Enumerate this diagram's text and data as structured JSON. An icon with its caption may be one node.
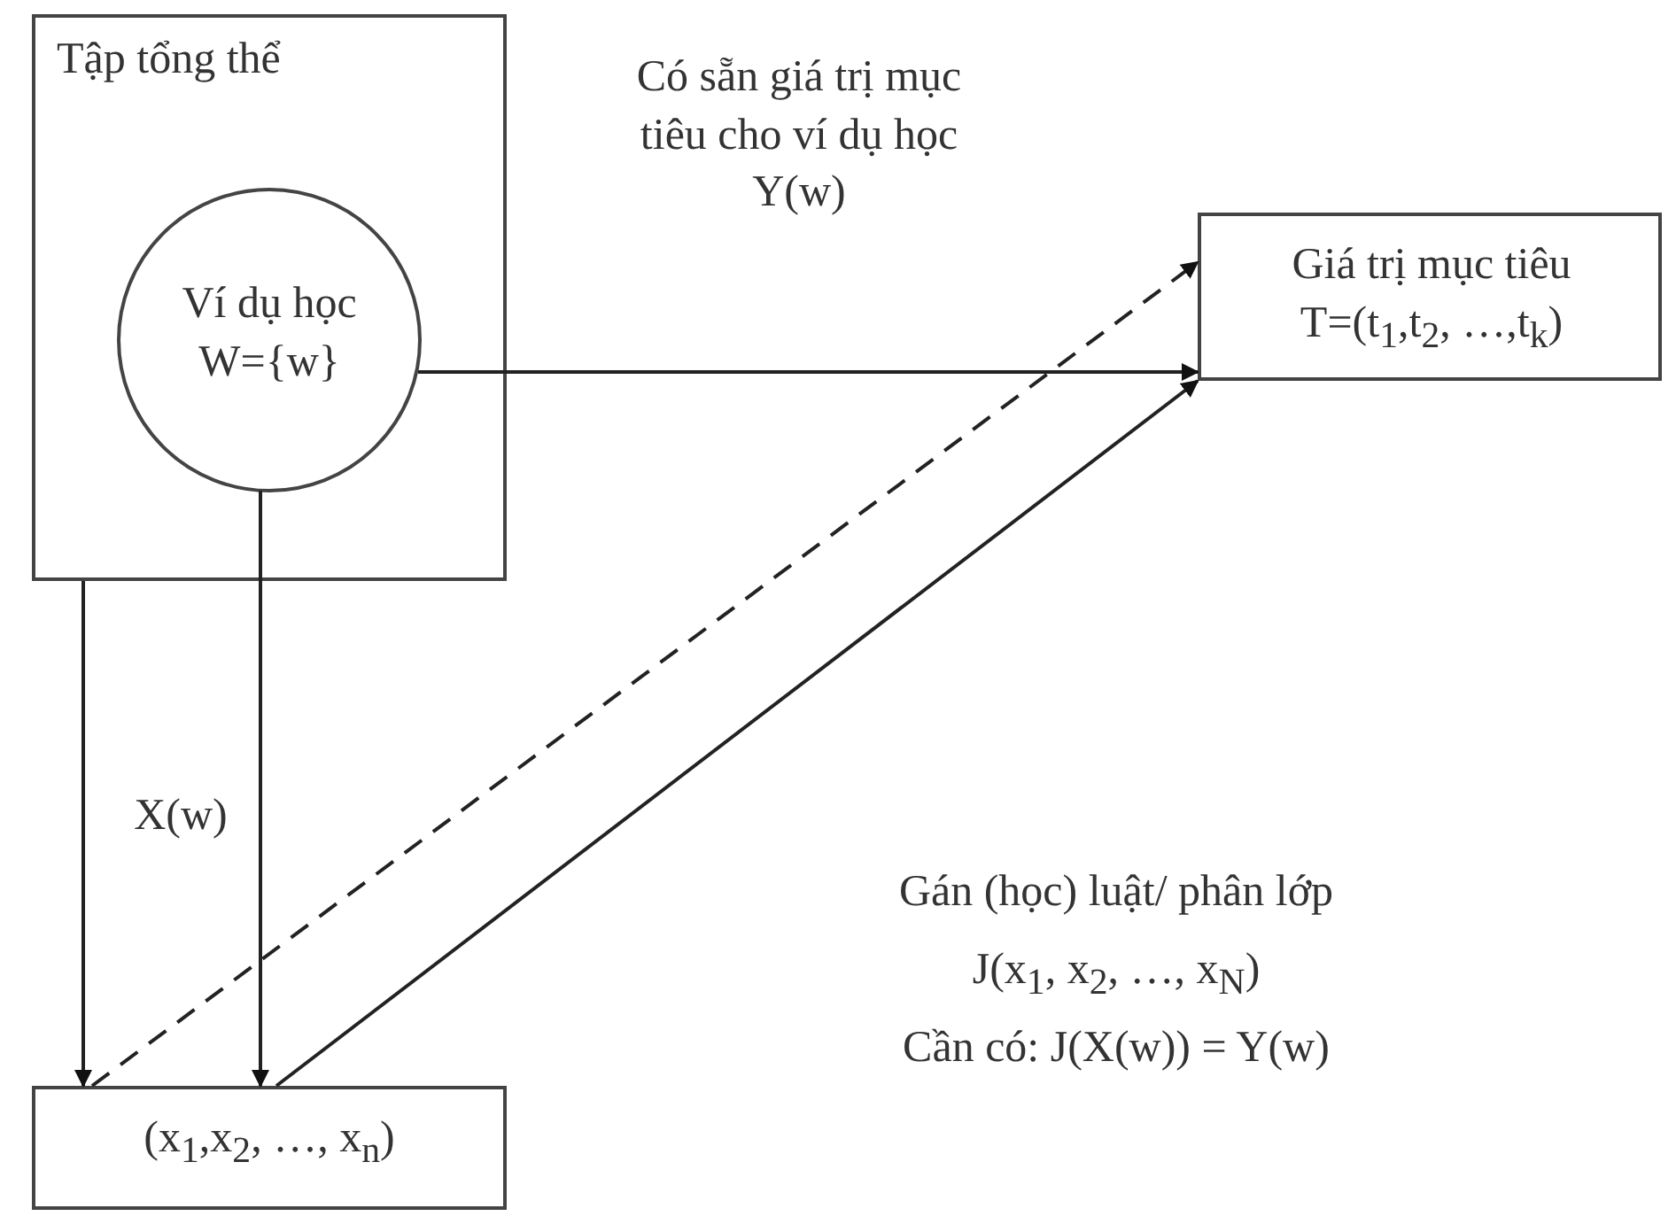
{
  "diagram": {
    "nodes": [
      {
        "text": [
          "Tập tổng thể"
        ]
      },
      {
        "text": [
          "Ví dụ học W={w}"
        ],
        "in": 0
      },
      {
        "text": [
          "Giá trị mục tiêu T=(t$_{1}$,t$_{2}$, …,t$_{k}$)"
        ]
      },
      {
        "text": [
          "(x$_{1}$,x$_{2}$, …, x$_{n}$)"
        ]
      }
    ],
    "edges": [
      {
        "from": 1,
        "to": 2,
        "arrow": "to",
        "label": "Có sẵn giá trị mục tiêu cho ví dụ học Y(w)"
      },
      {
        "from": 0,
        "to": 3,
        "arrow": "to"
      },
      {
        "from": 1,
        "to": 3,
        "arrow": "to",
        "label": "X(w)"
      },
      {
        "from": 3,
        "to": 2,
        "arrow": "to",
        "style": "dashed"
      },
      {
        "from": 3,
        "to": 2,
        "arrow": "to"
      }
    ],
    "labels": [
      "Gán (học) luật/ phân lớp",
      "J(x$_{1}$, x$_{2}$, …, x$_{N}$)",
      "Cần có: J(X(w)) = Y(w)"
    ]
  }
}
